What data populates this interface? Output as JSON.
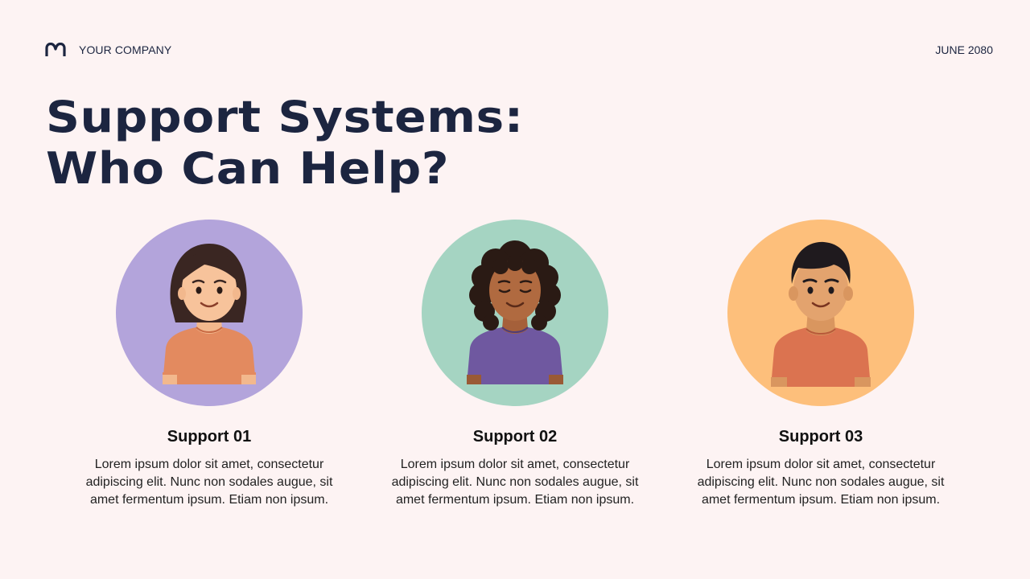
{
  "header": {
    "company": "YOUR COMPANY",
    "date": "JUNE 2080",
    "logo_icon": "m-logo-icon"
  },
  "title": {
    "line1": "Support Systems:",
    "line2": "Who Can Help?"
  },
  "cards": [
    {
      "title": "Support 01",
      "description": "Lorem ipsum dolor sit amet, consectetur adipiscing elit. Nunc non sodales augue, sit amet fermentum ipsum. Etiam non ipsum.",
      "avatar_icon": "woman-straight-hair-avatar-icon",
      "circle_color": "#b3a4db"
    },
    {
      "title": "Support 02",
      "description": "Lorem ipsum dolor sit amet, consectetur adipiscing elit. Nunc non sodales augue, sit amet fermentum ipsum. Etiam non ipsum.",
      "avatar_icon": "woman-curly-hair-avatar-icon",
      "circle_color": "#a5d4c2"
    },
    {
      "title": "Support 03",
      "description": "Lorem ipsum dolor sit amet, consectetur adipiscing elit. Nunc non sodales augue, sit amet fermentum ipsum. Etiam non ipsum.",
      "avatar_icon": "man-short-hair-avatar-icon",
      "circle_color": "#fdbf7b"
    }
  ],
  "colors": {
    "background": "#fdf3f3",
    "title": "#1c2540"
  }
}
